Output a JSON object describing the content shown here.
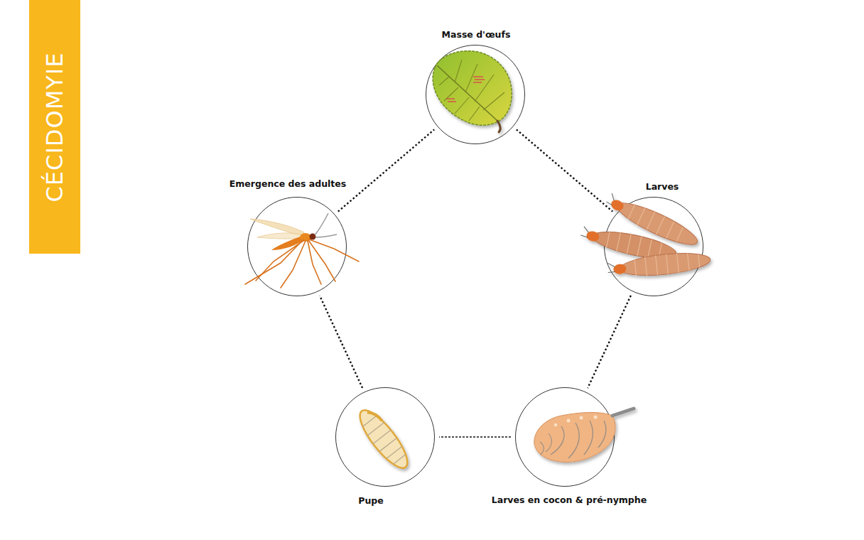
{
  "diagram": {
    "title": "CÉCIDOMYIE",
    "nodes": [
      {
        "text": [
          "Masse d'œufs"
        ]
      },
      {
        "text": [
          "Emergence des adultes"
        ]
      },
      {
        "text": [
          "Larves"
        ]
      },
      {
        "text": [
          "Pupe"
        ]
      },
      {
        "text": [
          "Larves en cocon & pré-nymphe"
        ]
      }
    ],
    "edges": [
      {
        "from": 0,
        "to": 2,
        "arrow": "none"
      },
      {
        "from": 2,
        "to": 4,
        "arrow": "none"
      },
      {
        "from": 4,
        "to": 3,
        "arrow": "none"
      },
      {
        "from": 3,
        "to": 1,
        "arrow": "none"
      },
      {
        "from": 1,
        "to": 0,
        "arrow": "none"
      }
    ]
  }
}
